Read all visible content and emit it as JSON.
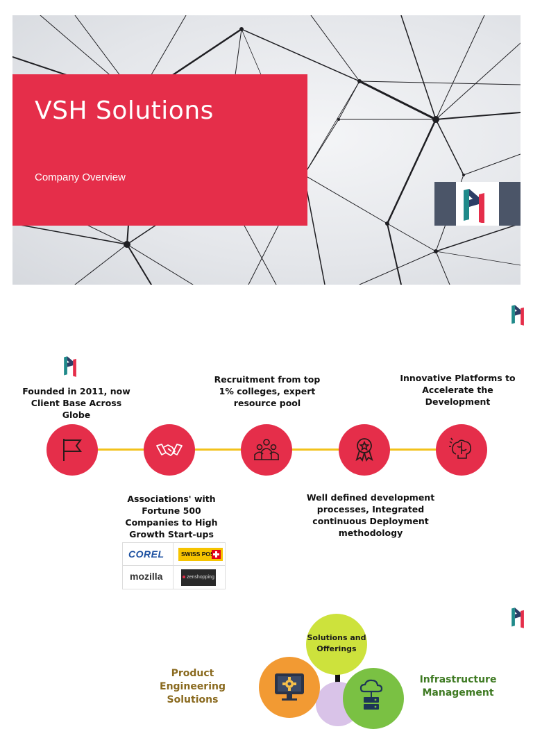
{
  "slide1": {
    "title": "VSH Solutions",
    "subtitle": "Company Overview"
  },
  "timeline": {
    "top_captions": [
      "Founded in 2011, now Client Base Across Globe",
      "Recruitment from top 1% colleges, expert resource pool",
      "Innovative Platforms to Accelerate the Development"
    ],
    "bottom_captions": [
      "Associations' with Fortune 500 Companies to High Growth Start-ups",
      "Well defined development processes, Integrated continuous Deployment methodology"
    ],
    "icons": [
      "flag-icon",
      "handshake-icon",
      "team-icon",
      "award-icon",
      "brain-icon"
    ]
  },
  "client_logos": {
    "corel": "COREL",
    "swisspost": "SWISS POST",
    "mozilla": "mozilla",
    "zen": "zenshopping"
  },
  "slide3": {
    "center": "Solutions and Offerings",
    "left": "Product Engineering Solutions",
    "right": "Infrastructure Management"
  },
  "colors": {
    "brand_red": "#e52e4a",
    "timeline_yellow": "#f2c21b",
    "logo_teal": "#1f8a8a",
    "logo_navy": "#2d3e66"
  }
}
